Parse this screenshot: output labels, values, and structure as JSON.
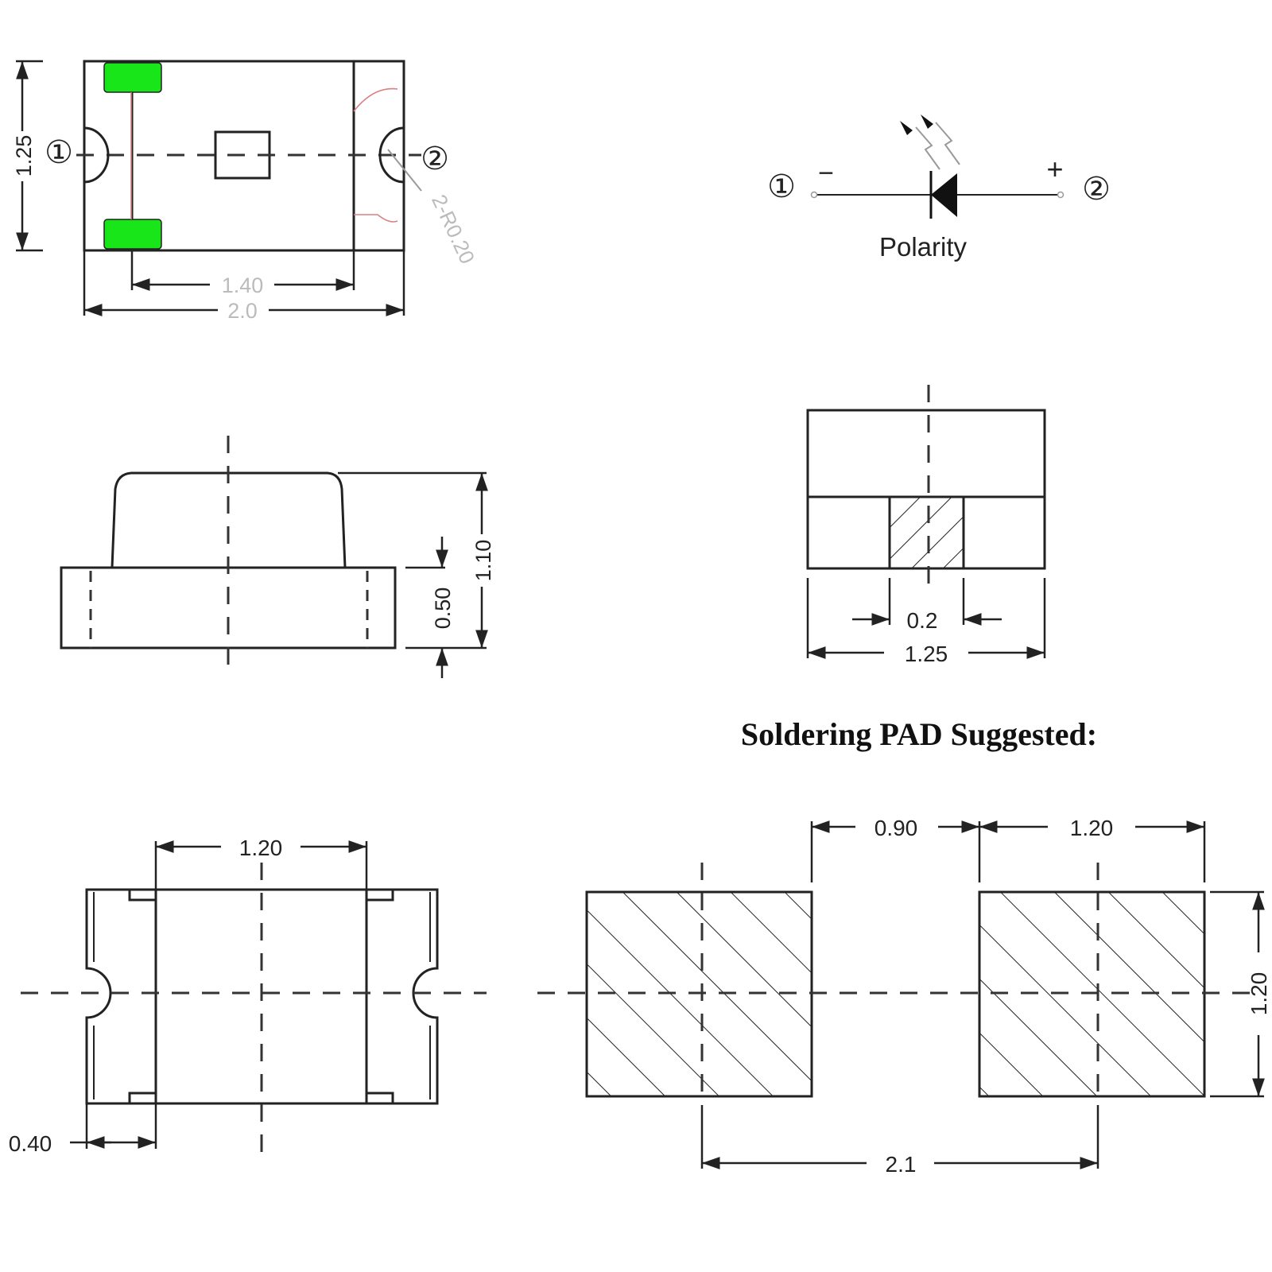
{
  "top_view": {
    "dim_height": "1.25",
    "dim_inner_width": "1.40",
    "dim_width": "2.0",
    "dim_radius": "2-R0.20",
    "pin1": "①",
    "pin2": "②",
    "pad_color": "#19e619"
  },
  "polarity": {
    "pin1": "①",
    "pin2": "②",
    "minus": "−",
    "plus": "+",
    "label": "Polarity"
  },
  "side_view": {
    "dim_total_height": "1.10",
    "dim_base_height": "0.50"
  },
  "end_view": {
    "dim_terminal": "0.2",
    "dim_width": "1.25"
  },
  "bottom_view": {
    "dim_center": "1.20",
    "dim_terminal": "0.40"
  },
  "soldering_pad": {
    "title": "Soldering PAD Suggested:",
    "dim_gap": "0.90",
    "dim_pad_width": "1.20",
    "dim_pad_height": "1.20",
    "dim_pitch": "2.1"
  }
}
